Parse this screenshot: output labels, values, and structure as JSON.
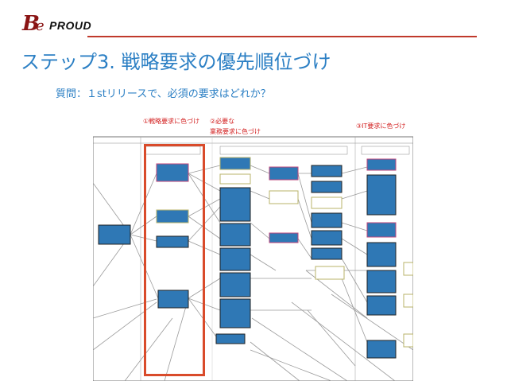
{
  "logo": {
    "be": "B",
    "e": "e",
    "proud": "PROUD"
  },
  "title": "ステップ3. 戦略要求の優先順位づけ",
  "question": "質問：１stリリースで、必須の要求はどれか？",
  "annotations": {
    "a1": "①戦略要求に色づけ",
    "a2_line1": "②必要な",
    "a2_line2": "業務要求に色づけ",
    "a3": "③IT要求に色づけ"
  },
  "colors": {
    "accent": "#2b7fc4",
    "brand": "#8a1414",
    "highlight": "#d94b2b",
    "node": "#2f78b5",
    "annotation": "#d32020"
  }
}
